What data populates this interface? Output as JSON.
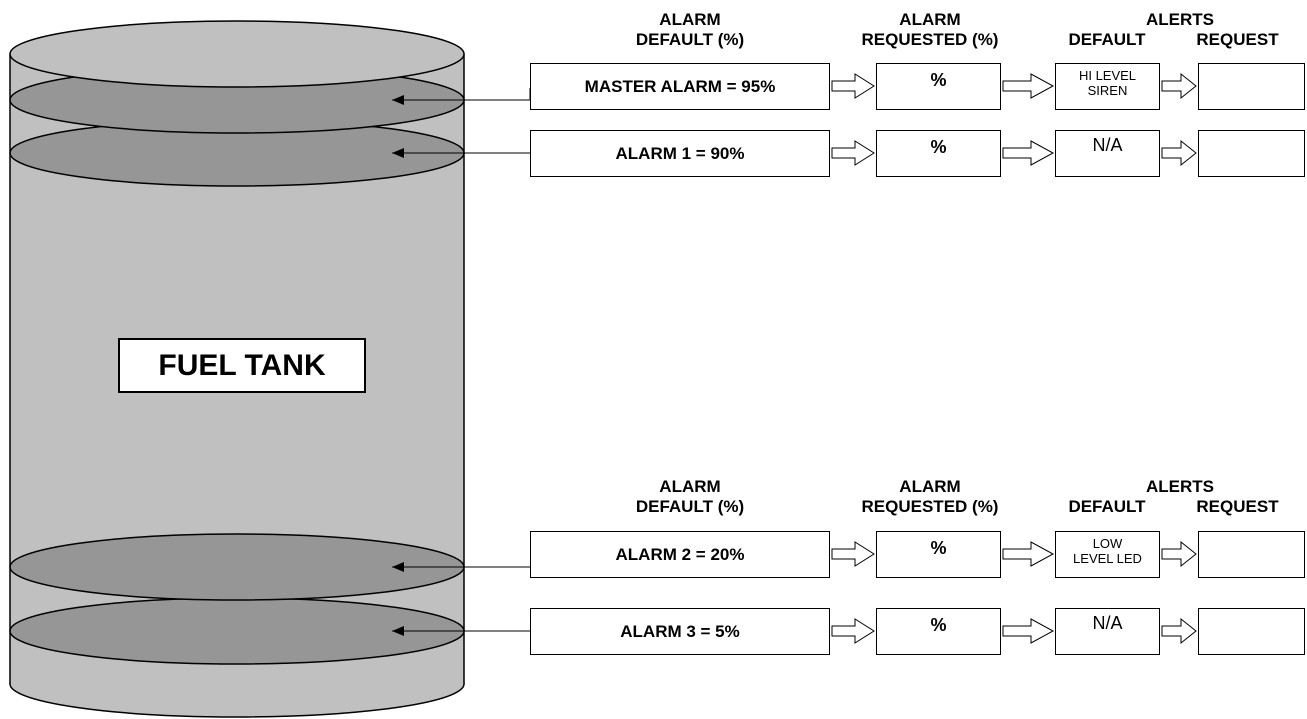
{
  "tank": {
    "label": "FUEL TANK"
  },
  "headers": {
    "alarm_default": [
      "ALARM",
      "DEFAULT (%)"
    ],
    "alarm_requested": [
      "ALARM",
      "REQUESTED (%)"
    ],
    "alerts": "ALERTS",
    "alerts_default": "DEFAULT",
    "alerts_request": "REQUEST"
  },
  "alarms": [
    {
      "default_label": "MASTER ALARM = 95%",
      "requested": "%",
      "alert_default": [
        "HI LEVEL",
        "SIREN"
      ],
      "alert_request": ""
    },
    {
      "default_label": "ALARM 1 = 90%",
      "requested": "%",
      "alert_default": [
        "N/A"
      ],
      "alert_request": ""
    },
    {
      "default_label": "ALARM 2 = 20%",
      "requested": "%",
      "alert_default": [
        "LOW",
        "LEVEL LED"
      ],
      "alert_request": ""
    },
    {
      "default_label": "ALARM 3 = 5%",
      "requested": "%",
      "alert_default": [
        "N/A"
      ],
      "alert_request": ""
    }
  ],
  "colors": {
    "tank_body": "#c0c0c0",
    "level_disc": "#969696",
    "outline": "#000000",
    "box_fill": "#ffffff"
  }
}
